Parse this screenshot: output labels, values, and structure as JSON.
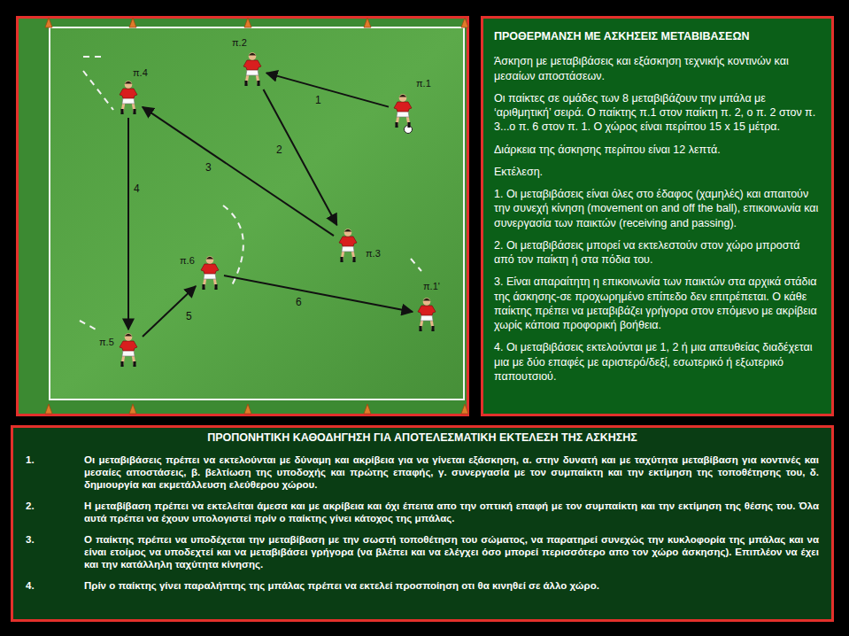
{
  "diagram": {
    "nodes": [
      {
        "text": [
          "π.2"
        ]
      },
      {
        "text": [
          "π.4"
        ]
      },
      {
        "text": [
          "π.1"
        ]
      },
      {
        "text": [
          "π.3"
        ]
      },
      {
        "text": [
          "π.6"
        ]
      },
      {
        "text": [
          "π.1'"
        ]
      },
      {
        "text": [
          "π.5"
        ]
      },
      {
        "text": [
          "ΠΡΟΘΕΡΜΑΝΣΗ ΜΕ ΑΣΚΗΣΕΙΣ ΜΕΤΑΒΙΒΑΣΕΩΝ",
          "Άσκηση με μεταβιβάσεις και εξάσκηση τεχνικής κοντινών και μεσαίων αποστάσεων.",
          "Οι παίκτες σε ομάδες των 8 μεταβιβάζουν την μπάλα με ‘αριθμητική’ σειρά. Ο παίκτης π.1 στον παίκτη π. 2, ο π. 2 στον π. 3...ο π. 6 στον π. 1. Ο χώρος είναι περίπου 15 x 15 μέτρα.",
          "Διάρκεια της άσκησης περίπου είναι 12 λεπτά.",
          "Εκτέλεση.",
          "1. Οι μεταβιβάσεις είναι όλες στο έδαφος (χαμηλές) και απαιτούν την συνεχή κίνηση (movement on and off the ball), επικοινωνία και συνεργασία των παικτών (receiving and passing).",
          "2. Οι μεταβιβάσεις μπορεί να εκτελεστούν στον χώρο μπροστά από τον παίκτη ή στα πόδια του.",
          "3. Είναι απαραίτητη η επικοινωνία των παικτών στα αρχικά στάδια της άσκησης-σε προχωρημένο επίπεδο δεν επιτρέπεται. Ο κάθε παίκτης πρέπει να μεταβιβάζει γρήγορα στον επόμενο με ακρίβεια χωρίς κάποια προφορική βοήθεια.",
          "4. Οι μεταβιβάσεις εκτελούνται με 1, 2 ή μια απευθείας διαδέχεται μια με δύο επαφές με αριστερό/δεξί, εσωτερικό ή εξωτερικό παπουτσιού."
        ]
      },
      {
        "text": [
          "ΠΡΟΠΟΝΗΤΙΚΗ ΚΑΘΟΔΗΓΗΣΗ ΓΙΑ ΑΠΟΤΕΛΕΣΜΑΤΙΚΗ ΕΚΤΕΛΕΣΗ ΤΗΣ ΑΣΚΗΣΗΣ",
          "1.",
          "Οι μεταβιβάσεις πρέπει να εκτελούνται με δύναμη και ακρίβεια για να γίνεται εξάσκηση, α. στην δυνατή και με ταχύτητα μεταβίβαση για κοντινές και μεσαίες αποστάσεις, β. βελτίωση της υποδοχής και πρώτης επαφής, γ. συνεργασία με τον συμπαίκτη και την εκτίμηση της τοποθέτησης του, δ. δημιουργία και εκμετάλλευση ελεύθερου χώρου.",
          "2.",
          "Η μεταβίβαση πρέπει να εκτελείται άμεσα και με ακρίβεια και όχι έπειτα απο την οπτική επαφή με τον συμπαίκτη και την εκτίμηση της θέσης του. Όλα αυτά πρέπει να έχουν υπολογιστεί πρίν ο παίκτης γίνει κάτοχος της μπάλας.",
          "3.",
          "Ο παίκτης πρέπει να υποδέχεται την μεταβίβαση με την σωστή τοποθέτηση του σώματος, να παρατηρεί συνεχώς την κυκλοφορία της μπάλας και να είναι ετοίμος να υποδεχτεί και να μεταβιβάσει γρήγορα (να βλέπει και να ελέγχει όσο μπορεί περισσότερο απο τον χώρο άσκησης). Επιπλέον να έχει και την κατάλληλη ταχύτητα κίνησης.",
          "4.",
          "Πρίν ο παίκτης γίνει παραλήπτης της μπάλας πρέπει να εκτελεί προσποίηση οτι θα κινηθεί σε άλλο χώρο."
        ]
      }
    ],
    "edges": [
      {
        "from": 2,
        "to": 0,
        "arrow": "to",
        "label": "1"
      },
      {
        "from": 0,
        "to": 3,
        "arrow": "to",
        "label": "2"
      },
      {
        "from": 3,
        "to": 1,
        "arrow": "to",
        "label": "3"
      },
      {
        "from": 1,
        "to": 6,
        "arrow": "to",
        "label": "4"
      },
      {
        "from": 6,
        "to": 4,
        "arrow": "to",
        "label": "5"
      },
      {
        "from": 4,
        "to": 5,
        "arrow": "to",
        "label": "6"
      }
    ]
  }
}
